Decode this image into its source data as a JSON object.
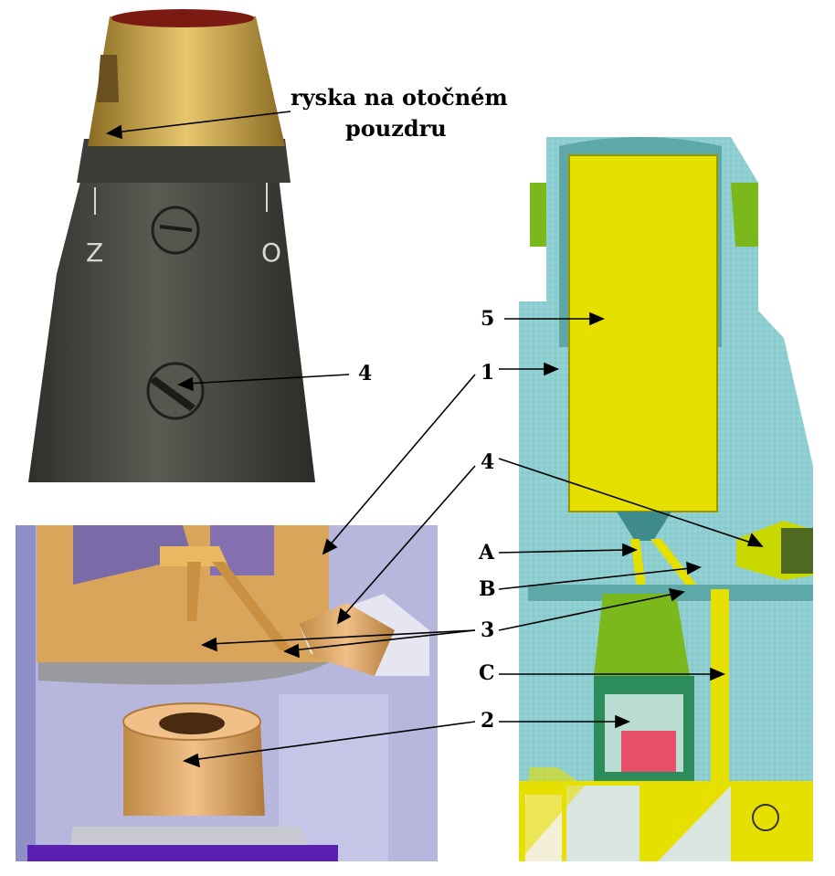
{
  "photo_caption": {
    "line1": "ryska na otočném",
    "line2": "pouzdru"
  },
  "photo_labels": {
    "screw": "4"
  },
  "cutaway_labels": {
    "l1": "1",
    "l4": "4",
    "l3": "3",
    "l2": "2"
  },
  "section_labels": {
    "l5": "5",
    "lA": "A",
    "lB": "B",
    "lC": "C"
  },
  "colors": {
    "section_blue": "#8fcfd1",
    "charge_yellow": "#e6e000",
    "green": "#7ab81c",
    "red": "#e8506a",
    "brass": "#c8a24a",
    "steel": "#4a4b44",
    "cad_bg": "#b7b7de",
    "cad_orange": "#d9a55a",
    "cad_purple": "#5a20b0"
  }
}
